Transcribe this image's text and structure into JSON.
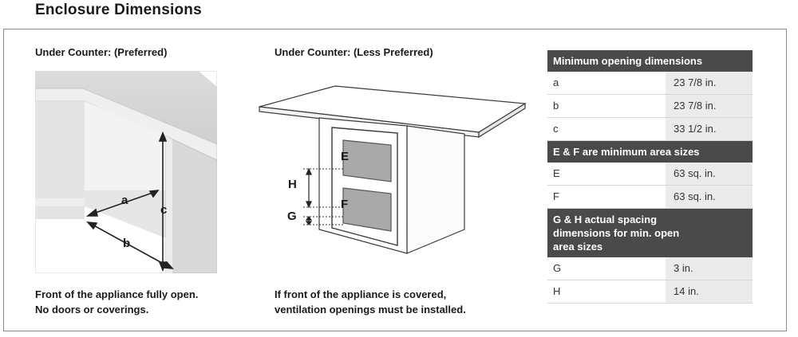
{
  "title": "Enclosure Dimensions",
  "left_panel": {
    "heading": "Under Counter: (Preferred)",
    "labels": {
      "a": "a",
      "b": "b",
      "c": "c"
    },
    "caption_line1": "Front of the appliance fully open.",
    "caption_line2": "No doors or coverings."
  },
  "middle_panel": {
    "heading": "Under Counter: (Less Preferred)",
    "labels": {
      "E": "E",
      "F": "F",
      "G": "G",
      "H": "H"
    },
    "caption_line1": "If front of the appliance is covered,",
    "caption_line2": "ventilation openings must be installed."
  },
  "table": {
    "sections": [
      {
        "header_lines": [
          "Minimum opening dimensions"
        ],
        "rows": [
          {
            "key": "a",
            "value": "23 7/8 in."
          },
          {
            "key": "b",
            "value": "23 7/8 in."
          },
          {
            "key": "c",
            "value": "33 1/2 in."
          }
        ]
      },
      {
        "header_lines": [
          "E & F are minimum area sizes"
        ],
        "rows": [
          {
            "key": "E",
            "value": "63 sq. in."
          },
          {
            "key": "F",
            "value": "63 sq. in."
          }
        ]
      },
      {
        "header_lines": [
          "G & H actual spacing",
          "dimensions for min. open",
          "area sizes"
        ],
        "rows": [
          {
            "key": "G",
            "value": "3 in."
          },
          {
            "key": "H",
            "value": "14 in."
          }
        ]
      }
    ]
  },
  "colors": {
    "table_header_bg": "#4a4a4a",
    "value_cell_bg": "#ebebeb",
    "diagram_gray": "#a9a9a9"
  }
}
